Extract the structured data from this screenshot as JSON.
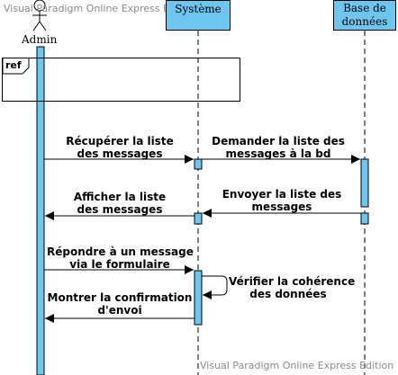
{
  "watermark": "Visual Paradigm Online Express Edition",
  "actor": {
    "name": "Admin",
    "icon": "stick-figure-icon"
  },
  "lifelines": [
    {
      "id": "systeme",
      "label": "Système"
    },
    {
      "id": "bd",
      "label_line1": "Base de",
      "label_line2": "données"
    }
  ],
  "frame": {
    "tag": "ref"
  },
  "colors": {
    "lifeline_fill": "#6ec6ee",
    "activation_fill": "#6ec6ee",
    "line": "#000000"
  },
  "messages": [
    {
      "line1": "Récupérer la liste",
      "line2": "des messages"
    },
    {
      "line1": "Demander la liste des",
      "line2": "messages à la bd"
    },
    {
      "line1": "Afficher la liste",
      "line2": "des messages"
    },
    {
      "line1": "Envoyer la liste des",
      "line2": "messages"
    },
    {
      "line1": "Répondre à un message",
      "line2": "via le formulaire"
    },
    {
      "line1": "Vérifier la cohérence",
      "line2": "des données"
    },
    {
      "line1": "Montrer la confirmation",
      "line2": "d'envoi"
    }
  ]
}
